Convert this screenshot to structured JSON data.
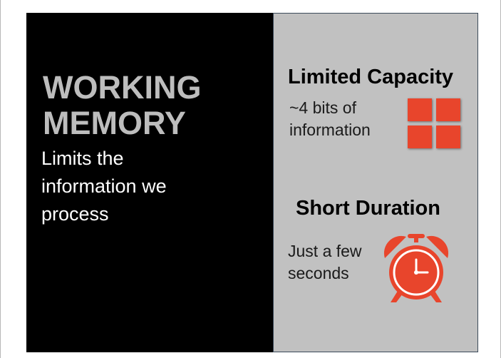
{
  "left": {
    "title_line1": "WORKING",
    "title_line2": "MEMORY",
    "subtitle_line1": "Limits the",
    "subtitle_line2": "information we",
    "subtitle_line3": "process"
  },
  "right": {
    "capacity": {
      "heading": "Limited Capacity",
      "text_line1": "~4 bits of",
      "text_line2": "information",
      "icon": "grid-of-four-squares-icon"
    },
    "duration": {
      "heading": "Short Duration",
      "text_line1": "Just a few",
      "text_line2": "seconds",
      "icon": "alarm-clock-icon"
    }
  },
  "colors": {
    "left_background": "#000000",
    "title_text": "#bdbdbd",
    "right_background": "#c1c1c1",
    "accent": "#e8452c"
  }
}
